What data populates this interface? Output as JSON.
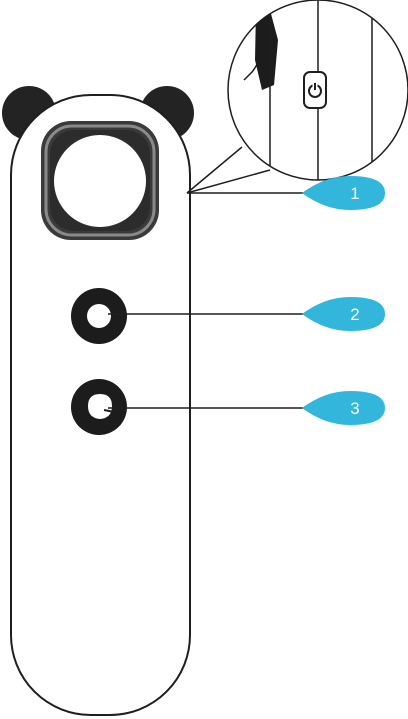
{
  "colors": {
    "outline": "#1f1f1f",
    "body_fill": "#ffffff",
    "ear_fill": "#232323",
    "joystick_outer": "#3a3a3a",
    "joystick_ring": "#8a8a8a",
    "button_fill": "#1c1c1c",
    "callout_fill": "#33b6db",
    "callout_text": "#ffffff"
  },
  "icons": {
    "power": "power-icon"
  },
  "callouts": [
    {
      "label": "1",
      "target": "power-button"
    },
    {
      "label": "2",
      "target": "button-2"
    },
    {
      "label": "3",
      "target": "button-3"
    }
  ]
}
